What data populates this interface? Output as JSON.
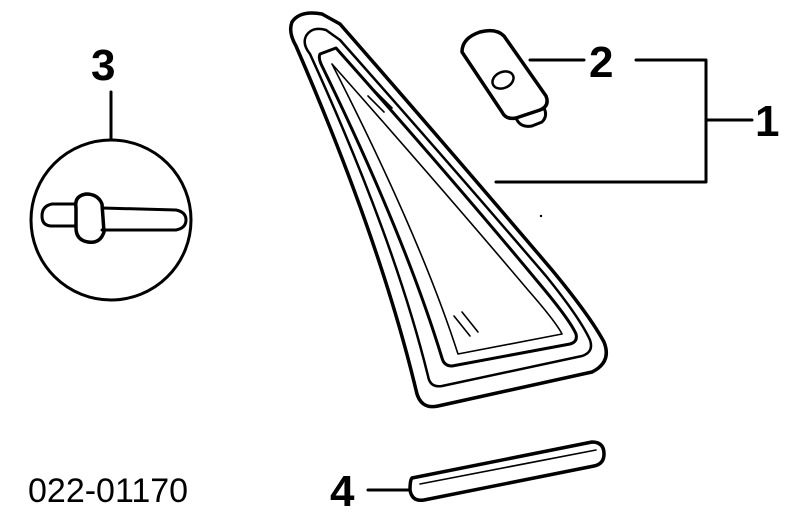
{
  "callouts": {
    "c1": "1",
    "c2": "2",
    "c3": "3",
    "c4": "4"
  },
  "part_number": "022-01170",
  "colors": {
    "ink": "#000000",
    "paper": "#ffffff"
  }
}
